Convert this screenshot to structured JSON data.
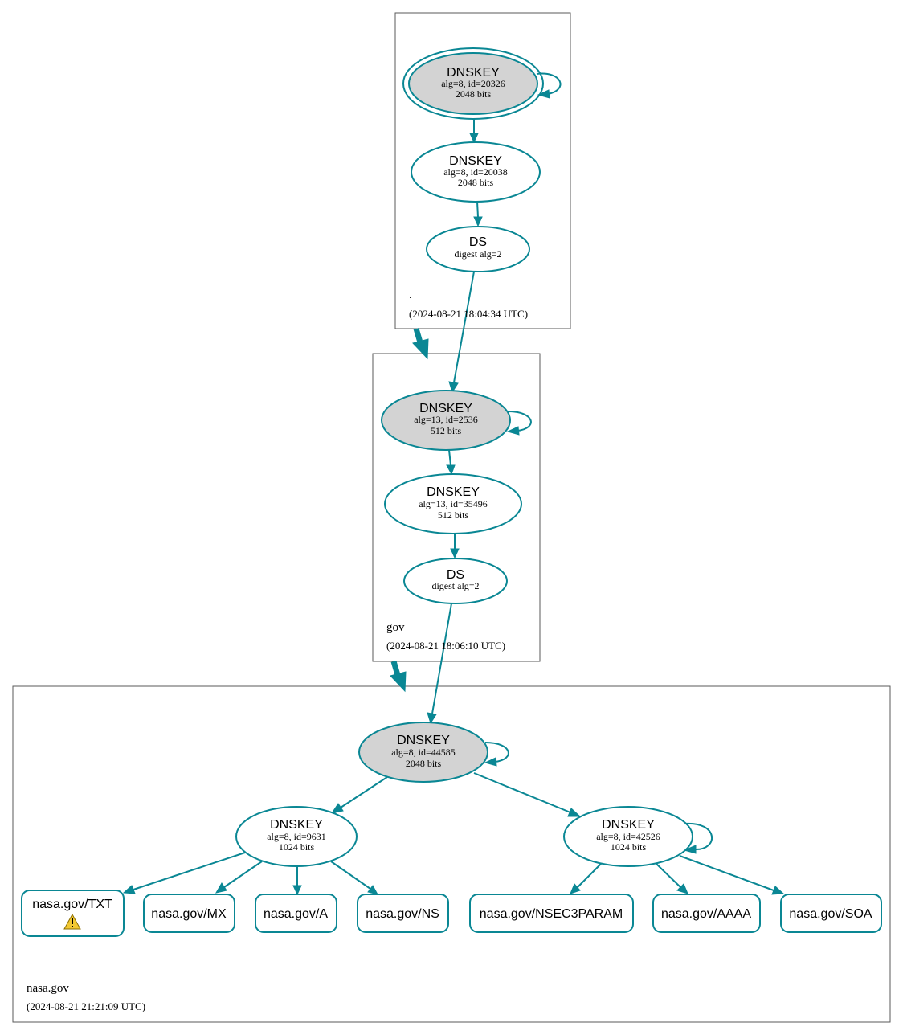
{
  "colors": {
    "edge": "#0a8794",
    "sep_fill": "#d3d3d3",
    "zone_border": "#5a5a5a",
    "warning": "#f2c832"
  },
  "zones": {
    "root": {
      "name": ".",
      "timestamp": "(2024-08-21 18:04:34 UTC)",
      "ksk": {
        "title": "DNSKEY",
        "line1": "alg=8, id=20326",
        "line2": "2048 bits"
      },
      "zsk": {
        "title": "DNSKEY",
        "line1": "alg=8, id=20038",
        "line2": "2048 bits"
      },
      "ds": {
        "title": "DS",
        "line1": "digest alg=2"
      }
    },
    "gov": {
      "name": "gov",
      "timestamp": "(2024-08-21 18:06:10 UTC)",
      "ksk": {
        "title": "DNSKEY",
        "line1": "alg=13, id=2536",
        "line2": "512 bits"
      },
      "zsk": {
        "title": "DNSKEY",
        "line1": "alg=13, id=35496",
        "line2": "512 bits"
      },
      "ds": {
        "title": "DS",
        "line1": "digest alg=2"
      }
    },
    "nasa": {
      "name": "nasa.gov",
      "timestamp": "(2024-08-21 21:21:09 UTC)",
      "ksk": {
        "title": "DNSKEY",
        "line1": "alg=8, id=44585",
        "line2": "2048 bits"
      },
      "zsk1": {
        "title": "DNSKEY",
        "line1": "alg=8, id=9631",
        "line2": "1024 bits"
      },
      "zsk2": {
        "title": "DNSKEY",
        "line1": "alg=8, id=42526",
        "line2": "1024 bits"
      },
      "records": {
        "txt": "nasa.gov/TXT",
        "mx": "nasa.gov/MX",
        "a": "nasa.gov/A",
        "ns": "nasa.gov/NS",
        "nsec3param": "nasa.gov/NSEC3PARAM",
        "aaaa": "nasa.gov/AAAA",
        "soa": "nasa.gov/SOA"
      },
      "txt_status_icon": "warning-icon"
    }
  }
}
